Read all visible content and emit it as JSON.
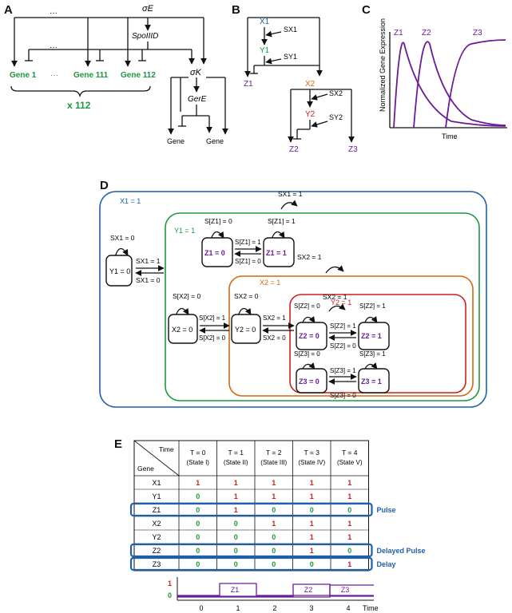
{
  "panels": {
    "a": "A",
    "b": "B",
    "c": "C",
    "d": "D",
    "e": "E"
  },
  "panel_a": {
    "sigma_e": "σE",
    "spoiiid": "SpoIIID",
    "sigma_k": "σK",
    "gere": "GerE",
    "gene1": "Gene 1",
    "dots": "···",
    "gene111": "Gene 111",
    "gene112": "Gene 112",
    "multiplier": "x 112",
    "gene_left": "Gene",
    "gene_right": "Gene"
  },
  "panel_b": {
    "x1": "X1",
    "y1": "Y1",
    "z1": "Z1",
    "sx1": "SX1",
    "sy1": "SY1",
    "x2": "X2",
    "y2": "Y2",
    "z2": "Z2",
    "z3": "Z3",
    "sx2": "SX2",
    "sy2": "SY2"
  },
  "panel_c": {
    "ylabel": "Normalized Gene Expression",
    "xlabel": "Time",
    "z1": "Z1",
    "z2": "Z2",
    "z3": "Z3"
  },
  "panel_d": {
    "x1_state": "X1 = 1",
    "y1_state": "Y1 = 1",
    "x2_state": "X2 = 1",
    "y2_state": "Y2 = 1",
    "sx1_top": "SX1 = 1",
    "sx1_zero": "SX1 = 0",
    "sx1_eq1": "SX1 = 1",
    "sx1_eq0": "SX1 = 0",
    "y1_node": "Y1 = 0",
    "sz1_zero": "S[Z1] = 0",
    "sz1_one": "S[Z1] = 1",
    "sz1_f": "S[Z1] = 1",
    "sz1_b": "S[Z1] = 0",
    "z1_node0": "Z1 = 0",
    "z1_node1": "Z1 = 1",
    "sx2_top": "SX2 = 1",
    "sx2_zero_a": "S[X2] = 0",
    "sx2_f_a": "S[X2] = 1",
    "sx2_b_a": "S[X2] = 0",
    "x2_node": "X2 = 0",
    "sx2_zero_b": "SX2 = 0",
    "sx2_f_b": "SX2 = 1",
    "sx2_b_b": "SX2 = 0",
    "y2_node": "Y2 = 0",
    "sx2_inner": "SX2 = 1",
    "sz2_zero": "S[Z2] = 0",
    "sz2_one": "S[Z2] = 1",
    "sz2_f": "S[Z2] = 1",
    "sz2_b": "S[Z2] = 0",
    "z2_node0": "Z2 = 0",
    "z2_node1": "Z2 = 1",
    "sz3_zero": "S[Z3] = 0",
    "sz3_one": "S[Z3] = 1",
    "sz3_f": "S[Z3] = 1",
    "sz3_b": "S[Z3] = 0",
    "z3_node0": "Z3 = 0",
    "z3_node1": "Z3 = 1"
  },
  "panel_e": {
    "corner_time": "Time",
    "corner_gene": "Gene",
    "columns": [
      {
        "t": "T = 0",
        "s": "(State I)"
      },
      {
        "t": "T = 1",
        "s": "(State II)"
      },
      {
        "t": "T = 2",
        "s": "(State III)"
      },
      {
        "t": "T = 3",
        "s": "(State IV)"
      },
      {
        "t": "T = 4",
        "s": "(State V)"
      }
    ],
    "rows": [
      {
        "gene": "X1",
        "values": [
          "1",
          "1",
          "1",
          "1",
          "1"
        ]
      },
      {
        "gene": "Y1",
        "values": [
          "0",
          "1",
          "1",
          "1",
          "1"
        ]
      },
      {
        "gene": "Z1",
        "values": [
          "0",
          "1",
          "0",
          "0",
          "0"
        ]
      },
      {
        "gene": "X2",
        "values": [
          "0",
          "0",
          "1",
          "1",
          "1"
        ]
      },
      {
        "gene": "Y2",
        "values": [
          "0",
          "0",
          "0",
          "1",
          "1"
        ]
      },
      {
        "gene": "Z2",
        "values": [
          "0",
          "0",
          "0",
          "1",
          "0"
        ]
      },
      {
        "gene": "Z3",
        "values": [
          "0",
          "0",
          "0",
          "0",
          "1"
        ]
      }
    ],
    "annotations": {
      "pulse": "Pulse",
      "delayed_pulse": "Delayed Pulse",
      "delay": "Delay"
    },
    "timeline": {
      "y1": "1",
      "y0": "0",
      "ticks": [
        "0",
        "1",
        "2",
        "3",
        "4"
      ],
      "xlabel": "Time",
      "z1": "Z1",
      "z2": "Z2",
      "z3": "Z3"
    },
    "colors": {
      "one": "#cc1f1f",
      "zero": "#1a9a3c",
      "box": "#1f5fa8"
    }
  }
}
